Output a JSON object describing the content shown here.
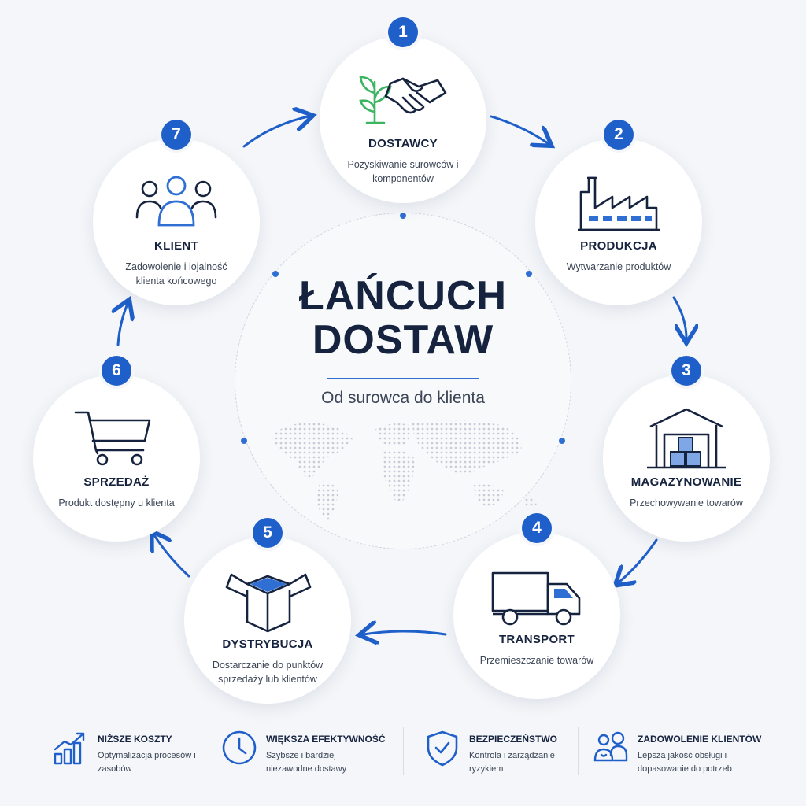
{
  "center": {
    "title_line1": "ŁAŃCUCH",
    "title_line2": "DOSTAW",
    "subtitle": "Od surowca do klienta"
  },
  "steps": [
    {
      "number": "1",
      "title": "DOSTAWCY",
      "desc": "Pozyskiwanie surowców i komponentów",
      "icon": "handshake-leaf-icon"
    },
    {
      "number": "2",
      "title": "PRODUKCJA",
      "desc": "Wytwarzanie produktów",
      "icon": "factory-icon"
    },
    {
      "number": "3",
      "title": "MAGAZYNOWANIE",
      "desc": "Przechowywanie towarów",
      "icon": "warehouse-icon"
    },
    {
      "number": "4",
      "title": "TRANSPORT",
      "desc": "Przemieszczanie towarów",
      "icon": "truck-icon"
    },
    {
      "number": "5",
      "title": "DYSTRYBUCJA",
      "desc": "Dostarczanie do punktów sprzedaży lub klientów",
      "icon": "open-box-icon"
    },
    {
      "number": "6",
      "title": "SPRZEDAŻ",
      "desc": "Produkt dostępny u klienta",
      "icon": "shopping-cart-icon"
    },
    {
      "number": "7",
      "title": "KLIENT",
      "desc": "Zadowolenie i lojalność klienta końcowego",
      "icon": "customers-icon"
    }
  ],
  "benefits": [
    {
      "title": "NIŻSZE KOSZTY",
      "desc": "Optymalizacja procesów i zasobów",
      "icon": "growth-chart-icon"
    },
    {
      "title": "WIĘKSZA EFEKTYWNOŚĆ",
      "desc": "Szybsze i bardziej niezawodne dostawy",
      "icon": "clock-icon"
    },
    {
      "title": "BEZPIECZEŃSTWO",
      "desc": "Kontrola i zarządzanie ryzykiem",
      "icon": "shield-check-icon"
    },
    {
      "title": "ZADOWOLENIE KLIENTÓW",
      "desc": "Lepsza jakość obsługi i dopasowanie do potrzeb",
      "icon": "happy-customers-icon"
    }
  ],
  "colors": {
    "accent": "#1f5fc9",
    "navy": "#16233f",
    "leaf": "#3cb560",
    "background": "#f4f6f9"
  }
}
